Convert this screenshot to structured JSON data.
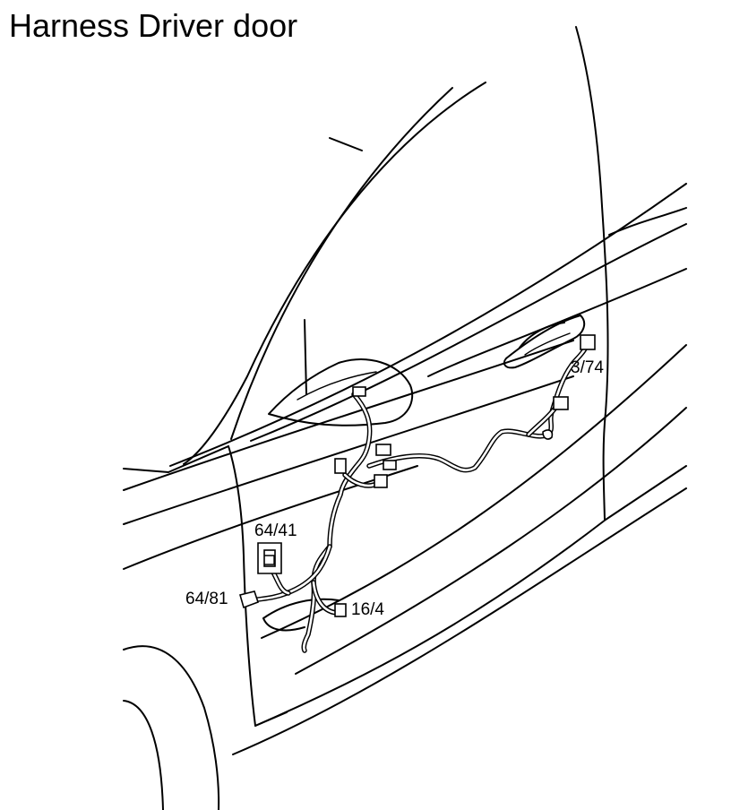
{
  "title": "Harness Driver door",
  "callouts": {
    "c_3_74": "3/74",
    "c_64_41": "64/41",
    "c_64_81": "64/81",
    "c_16_4": "16/4"
  },
  "colors": {
    "line": "#000000",
    "background": "#ffffff"
  }
}
